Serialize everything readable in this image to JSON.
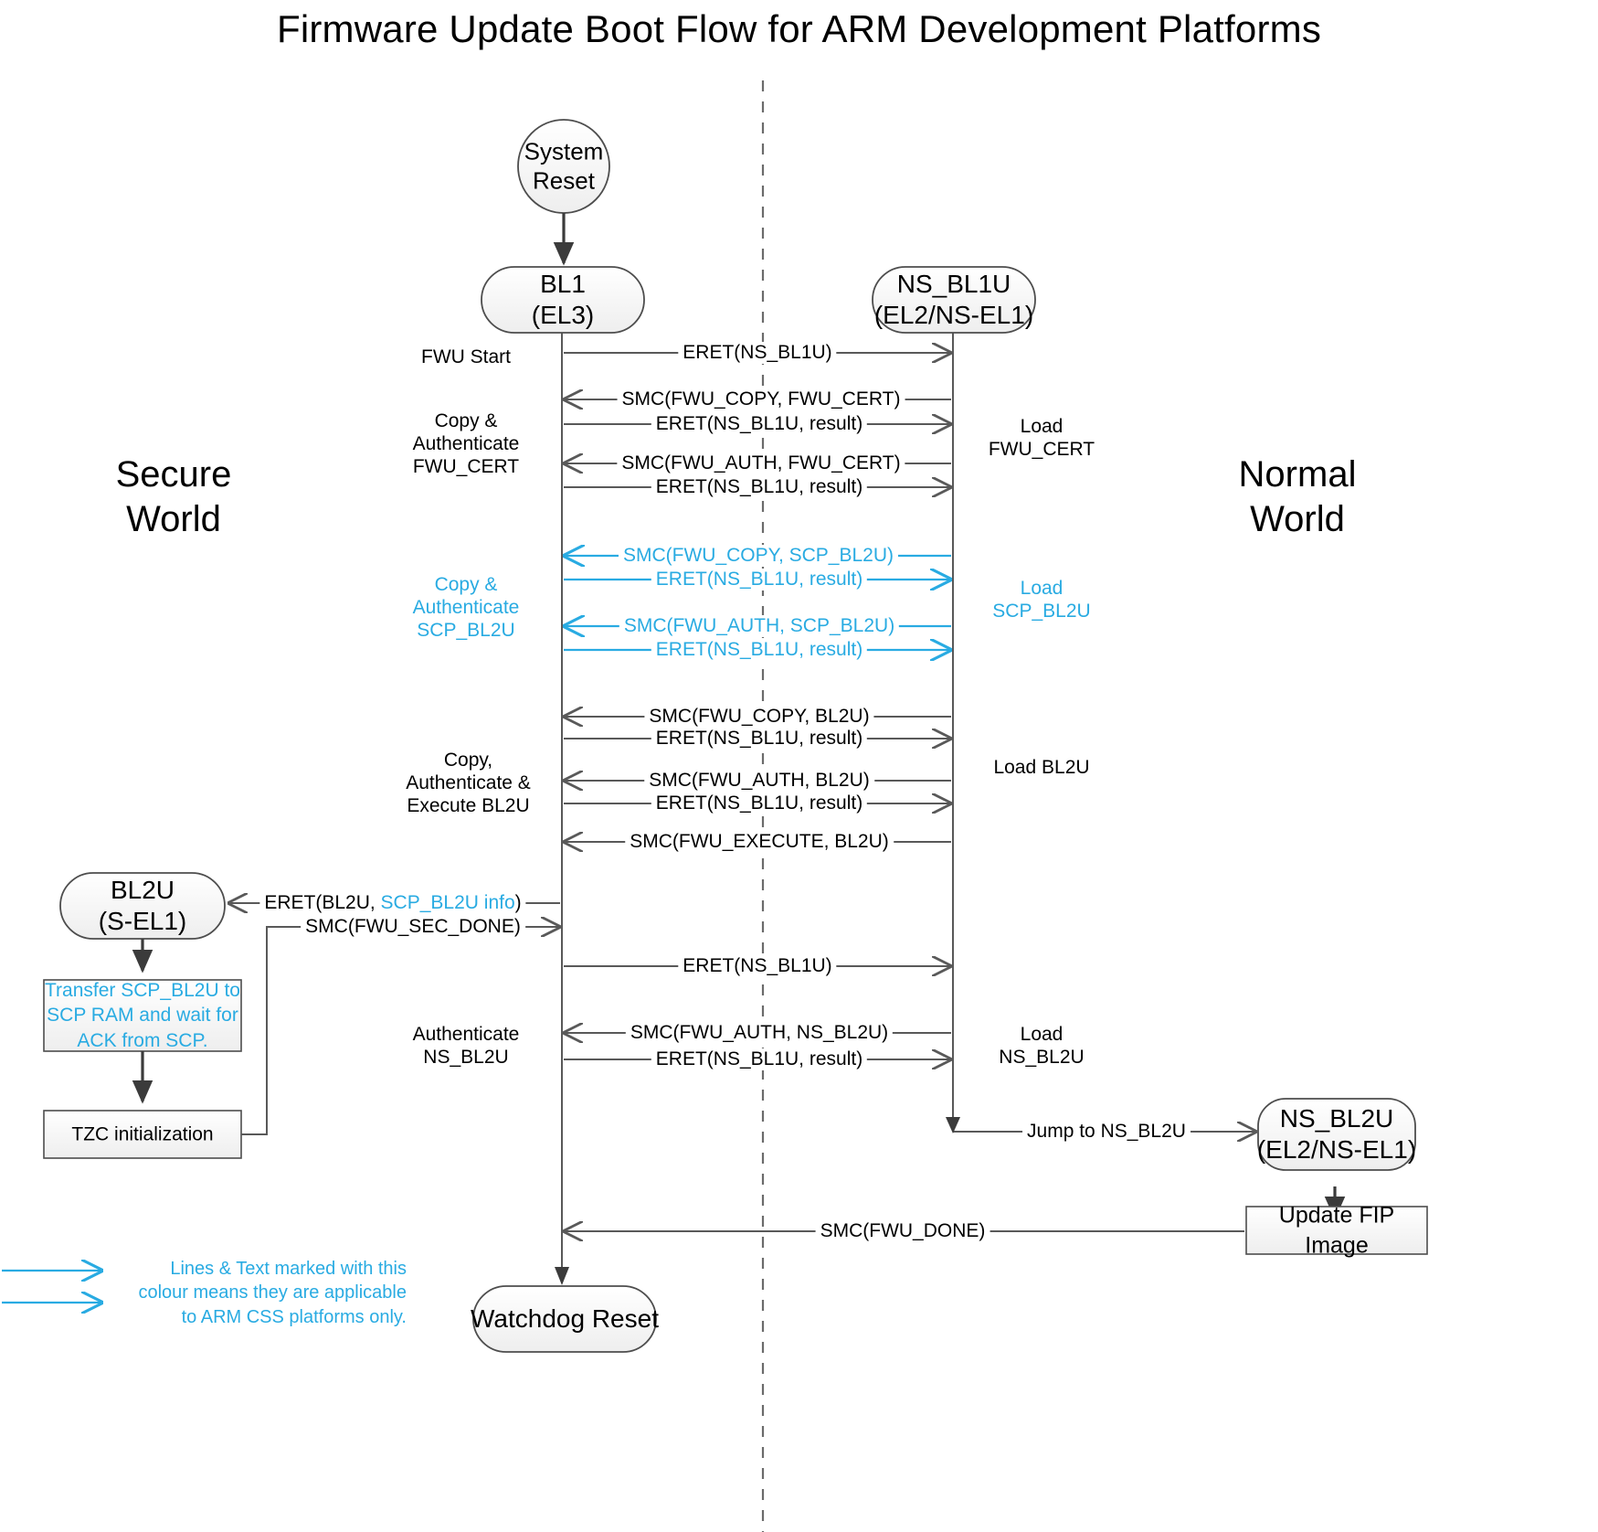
{
  "title": "Firmware Update Boot Flow for ARM Development Platforms",
  "colors": {
    "css_accent": "#29abe2",
    "line": "#595959",
    "node_fill": "#f7f7f7",
    "node_stroke": "#4d4d4d",
    "text": "#000000"
  },
  "world_labels": {
    "secure": "Secure\nWorld",
    "secure_line1": "Secure",
    "secure_line2": "World",
    "normal_line1": "Normal",
    "normal_line2": "World"
  },
  "nodes": {
    "system_reset": {
      "label": "System\nReset",
      "line1": "System",
      "line2": "Reset",
      "shape": "ellipse"
    },
    "bl1": {
      "line1": "BL1",
      "line2": "(EL3)",
      "shape": "stadium"
    },
    "ns_bl1u": {
      "line1": "NS_BL1U",
      "line2": "(EL2/NS-EL1)",
      "shape": "stadium"
    },
    "bl2u": {
      "line1": "BL2U",
      "line2": "(S-EL1)",
      "shape": "stadium"
    },
    "ns_bl2u": {
      "line1": "NS_BL2U",
      "line2": "(EL2/NS-EL1)",
      "shape": "stadium"
    },
    "watchdog_reset": {
      "line1": "Watchdog Reset",
      "shape": "stadium"
    },
    "transfer_note": {
      "line1": "Transfer SCP_BL2U to",
      "line2": "SCP RAM and wait for",
      "line3": "ACK from SCP.",
      "shape": "rect",
      "color": "#29abe2"
    },
    "tzc_init": {
      "line1": "TZC initialization",
      "shape": "rect"
    },
    "update_fip": {
      "line1": "Update FIP Image",
      "shape": "rect"
    }
  },
  "left_annotations": [
    {
      "id": "fwu-start",
      "lines": [
        "FWU Start"
      ],
      "color": "#000000"
    },
    {
      "id": "copy-auth-fwu-cert",
      "lines": [
        "Copy &",
        "Authenticate",
        "FWU_CERT"
      ],
      "color": "#000000"
    },
    {
      "id": "copy-auth-scp-bl2u",
      "lines": [
        "Copy &",
        "Authenticate",
        "SCP_BL2U"
      ],
      "color": "#29abe2"
    },
    {
      "id": "copy-auth-exec-bl2u",
      "lines": [
        "Copy,",
        "Authenticate &",
        "Execute BL2U"
      ],
      "color": "#000000"
    },
    {
      "id": "authenticate-ns-bl2u",
      "lines": [
        "Authenticate",
        "NS_BL2U"
      ],
      "color": "#000000"
    }
  ],
  "right_annotations": [
    {
      "id": "load-fwu-cert",
      "lines": [
        "Load",
        "FWU_CERT"
      ],
      "color": "#000000"
    },
    {
      "id": "load-scp-bl2u",
      "lines": [
        "Load",
        "SCP_BL2U"
      ],
      "color": "#29abe2"
    },
    {
      "id": "load-bl2u",
      "lines": [
        "Load BL2U"
      ],
      "color": "#000000"
    },
    {
      "id": "load-ns-bl2u",
      "lines": [
        "Load",
        "NS_BL2U"
      ],
      "color": "#000000"
    }
  ],
  "messages": [
    {
      "id": "m1",
      "label": "ERET(NS_BL1U)",
      "dir": "right",
      "color": "#000000"
    },
    {
      "id": "m2",
      "label": "SMC(FWU_COPY, FWU_CERT)",
      "dir": "left",
      "color": "#000000"
    },
    {
      "id": "m3",
      "label": "ERET(NS_BL1U, result)",
      "dir": "right",
      "color": "#000000"
    },
    {
      "id": "m4",
      "label": "SMC(FWU_AUTH, FWU_CERT)",
      "dir": "left",
      "color": "#000000"
    },
    {
      "id": "m5",
      "label": "ERET(NS_BL1U, result)",
      "dir": "right",
      "color": "#000000"
    },
    {
      "id": "m6",
      "label": "SMC(FWU_COPY, SCP_BL2U)",
      "dir": "left",
      "color": "#29abe2"
    },
    {
      "id": "m7",
      "label": "ERET(NS_BL1U, result)",
      "dir": "right",
      "color": "#29abe2"
    },
    {
      "id": "m8",
      "label": "SMC(FWU_AUTH, SCP_BL2U)",
      "dir": "left",
      "color": "#29abe2"
    },
    {
      "id": "m9",
      "label": "ERET(NS_BL1U, result)",
      "dir": "right",
      "color": "#29abe2"
    },
    {
      "id": "m10",
      "label": "SMC(FWU_COPY, BL2U)",
      "dir": "left",
      "color": "#000000"
    },
    {
      "id": "m11",
      "label": "ERET(NS_BL1U, result)",
      "dir": "right",
      "color": "#000000"
    },
    {
      "id": "m12",
      "label": "SMC(FWU_AUTH, BL2U)",
      "dir": "left",
      "color": "#000000"
    },
    {
      "id": "m13",
      "label": "ERET(NS_BL1U, result)",
      "dir": "right",
      "color": "#000000"
    },
    {
      "id": "m14",
      "label": "SMC(FWU_EXECUTE, BL2U)",
      "dir": "left",
      "color": "#000000"
    },
    {
      "id": "m15",
      "label": "ERET(BL2U, SCP_BL2U info)",
      "dir": "left",
      "color": "#000000",
      "parts": [
        {
          "t": "ERET(BL2U, ",
          "c": "#000000"
        },
        {
          "t": "SCP_BL2U info",
          "c": "#29abe2"
        },
        {
          "t": ")",
          "c": "#000000"
        }
      ]
    },
    {
      "id": "m16",
      "label": "SMC(FWU_SEC_DONE)",
      "dir": "right",
      "color": "#000000"
    },
    {
      "id": "m17",
      "label": "ERET(NS_BL1U)",
      "dir": "right",
      "color": "#000000"
    },
    {
      "id": "m18",
      "label": "SMC(FWU_AUTH, NS_BL2U)",
      "dir": "left",
      "color": "#000000"
    },
    {
      "id": "m19",
      "label": "ERET(NS_BL1U, result)",
      "dir": "right",
      "color": "#000000"
    },
    {
      "id": "m20",
      "label": "Jump to NS_BL2U",
      "dir": "right",
      "color": "#000000"
    },
    {
      "id": "m21",
      "label": "SMC(FWU_DONE)",
      "dir": "left",
      "color": "#000000"
    }
  ],
  "legend": {
    "line1": "Lines & Text marked with this",
    "line2": "colour means they are applicable",
    "line3": "to ARM CSS platforms only.",
    "color": "#29abe2"
  }
}
